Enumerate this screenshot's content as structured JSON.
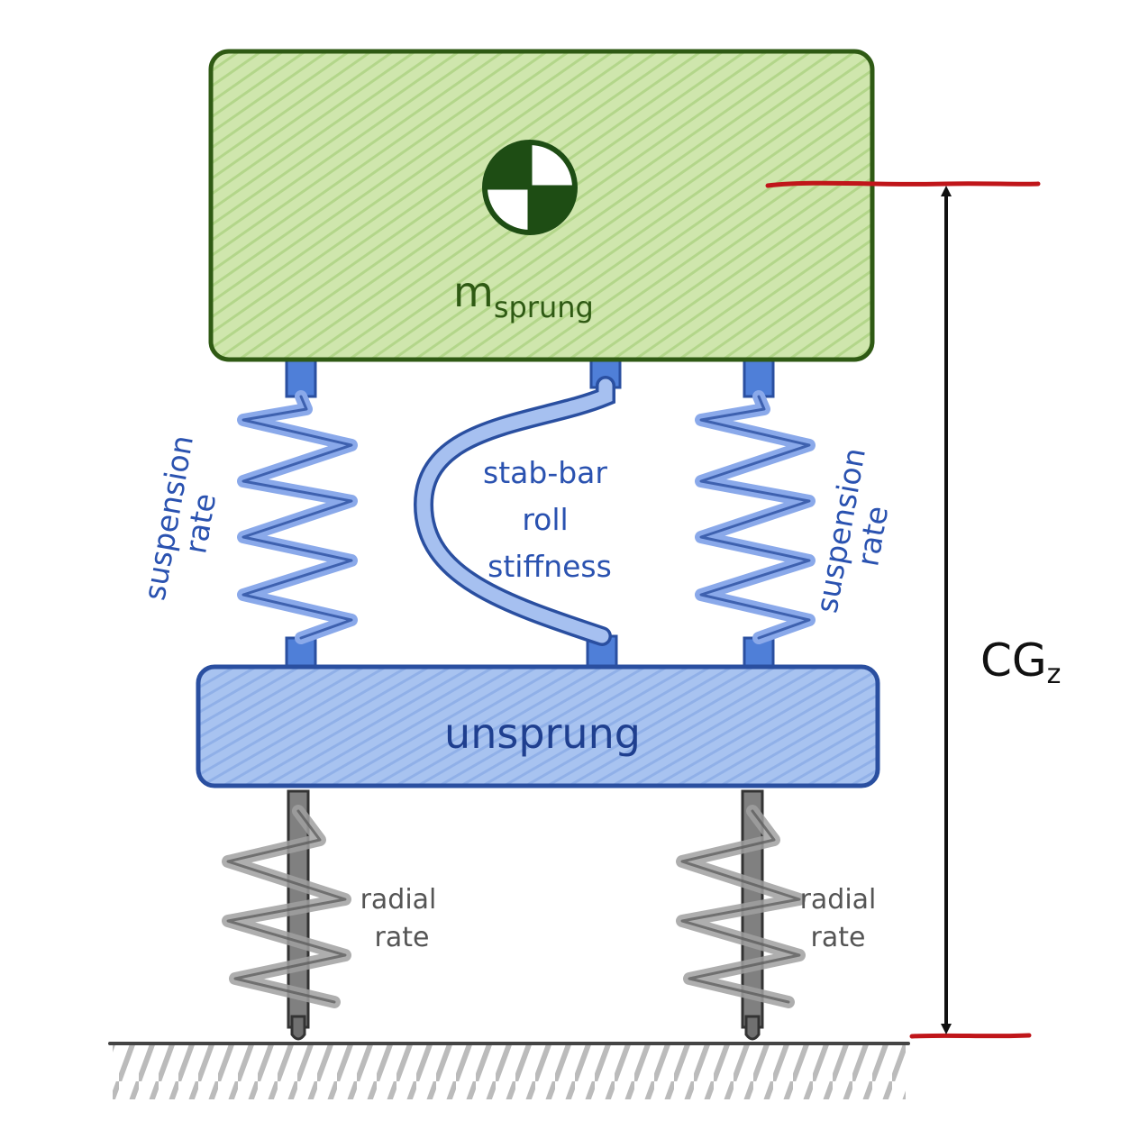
{
  "sprung_mass": {
    "label_main": "m",
    "label_sub": "sprung"
  },
  "unsprung_mass": {
    "label": "unsprung"
  },
  "suspension_left": {
    "line1": "suspension",
    "line2": "rate"
  },
  "suspension_right": {
    "line1": "suspension",
    "line2": "rate"
  },
  "stab_bar": {
    "line1": "stab-bar",
    "line2": "roll",
    "line3": "stiffness"
  },
  "tire_left": {
    "line1": "radial",
    "line2": "rate"
  },
  "tire_right": {
    "line1": "radial",
    "line2": "rate"
  },
  "cg_height": {
    "label_main": "CG",
    "label_sub": "z"
  },
  "colors": {
    "sprung_fill": "#c8e3a6",
    "sprung_stroke": "#2f5a14",
    "unsprung_fill": "#9fbdee",
    "unsprung_stroke": "#2a4fa0",
    "spring_blue": "#5b84d8",
    "tire_gray": "#9a9a9a",
    "cg_marker_red": "#c0161a",
    "ground": "#444444"
  },
  "icons": [
    "center-of-gravity-icon",
    "coil-spring-icon",
    "ground-hatch-icon",
    "dimension-arrow-icon"
  ]
}
